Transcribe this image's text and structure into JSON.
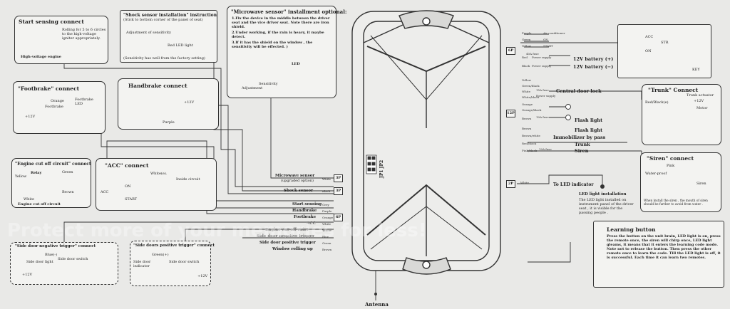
{
  "start_sensing": {
    "title": "Start sensing connect",
    "note": "Rolling for 5 to 6 circles to the high-voltage igniter appropriately.",
    "engine_label": "High-voltage engine"
  },
  "shock_sensor": {
    "title": "\"Shock sensor installation\" instruction",
    "subtitle": "(Stick to bottom corner of the panel of seat)",
    "adjust_label": "Adjustment of sensitivity",
    "led_label": "Red LED light",
    "note": "(Sensitivity has well from the factory setting)"
  },
  "microwave": {
    "title": "\"Microwave sensor\" installment optional:",
    "steps": [
      "1.Fix the device in the middle between the driver seat and the vice driver seat. Note there are iron shield.",
      "2.Under working, if the rain is heavy, it maybe detect.",
      "3.If it has the shield on the window , the sensitivity will be effected. )"
    ],
    "led_label": "LED",
    "sensitivity_label": "Sensitivity",
    "adjust_label": "Adjustment"
  },
  "footbrake": {
    "title": "\"Footbrake\" connect",
    "orange": "Orange",
    "footbrake": "Footbrake",
    "switch": "Footbrake LED",
    "v12": "+12V"
  },
  "handbrake": {
    "title": "Handbrake connect",
    "v12": "+12V",
    "purple": "Purple"
  },
  "engine_cut": {
    "title": "\"Engine cut off circuit\" connect",
    "relay": "Relay",
    "yellow": "Yellow",
    "green": "Green",
    "brown": "Brown",
    "white": "White",
    "footer": "Engine cut off circuit"
  },
  "acc": {
    "title": "\"ACC\" connect",
    "white": "White(e).",
    "inside": "Inside circuit",
    "acc": "ACC",
    "on": "ON",
    "start": "START"
  },
  "side_neg": {
    "title": "\"Side door negative trigger\" connect",
    "blue": "Blue(-)",
    "light": "Side door light",
    "switch": "Side door switch",
    "v12": "+12V"
  },
  "side_pos": {
    "title": "\"Side doors positive trigger\" connect",
    "green": "Green(+)",
    "indicator": "Side door indicator",
    "switch": "Side door switch",
    "v12": "+12V"
  },
  "left_wires": [
    {
      "label": "Microwave sensor",
      "sub": "(upgraded option)",
      "color": "White",
      "pin": "3P"
    },
    {
      "label": "Shock sensor",
      "sub": "",
      "color": "Black",
      "pin": "3P"
    },
    {
      "label": "Start sensing",
      "sub": "",
      "color": "Grey",
      "pin": ""
    },
    {
      "label": "Handbrake",
      "sub": "",
      "color": "Purple",
      "pin": ""
    },
    {
      "label": "Footbrake",
      "sub": "",
      "color": "Orange",
      "pin": ""
    },
    {
      "label": "ACC",
      "sub": "",
      "color": "White",
      "pin": "6P"
    },
    {
      "label": "Engine cut off cuirt",
      "sub": "",
      "color": "Yellow",
      "pin": ""
    },
    {
      "label": "Side door negative trigger",
      "sub": "",
      "color": "Blue",
      "pin": ""
    },
    {
      "label": "Side door positive trigger",
      "sub": "",
      "color": "Green",
      "pin": ""
    },
    {
      "label": "Window rolling up",
      "sub": "",
      "color": "Brown",
      "pin": ""
    }
  ],
  "ecu": {
    "jumpers": "JP1 JP2"
  },
  "antenna": "Antenna",
  "right_top_wires": [
    {
      "color": "Purple",
      "label": "Air conditioner"
    },
    {
      "color": "Green",
      "label": "ON"
    },
    {
      "color": "Yellow",
      "label": "START"
    },
    {
      "color": "Red",
      "label": "Power supply"
    },
    {
      "color": "Black",
      "label": "Power supply"
    }
  ],
  "right_pin_top": "6P",
  "fuse": "40A fuse",
  "battery_pos": "12V battery (+)",
  "battery_neg": "12V battery (−)",
  "right_mid_wires": [
    {
      "color": "Yellow",
      "label": ""
    },
    {
      "color": "Green/black",
      "label": ""
    },
    {
      "color": "White",
      "label": "15A fuse"
    },
    {
      "color": "White/black",
      "label": "Power supply"
    },
    {
      "color": "Orange",
      "label": ""
    },
    {
      "color": "Orange/black",
      "label": ""
    },
    {
      "color": "Brown",
      "label": "10A fuse"
    },
    {
      "color": "Brown",
      "label": ""
    },
    {
      "color": "Brown/white",
      "label": ""
    },
    {
      "color": "Red/black",
      "label": ""
    },
    {
      "color": "Pink/black",
      "label": "10A fuse"
    }
  ],
  "right_pin_mid": "12P",
  "right_pin_bot": "2P",
  "central_lock": "Central door lock",
  "flash1": "Flash light",
  "flash2": "Flash light",
  "immobilizer": "Immobilizer by pass",
  "trunk_out": "Trunk",
  "siren_out": "Siren",
  "led_indicator": "To LED indicator",
  "led_wire_color": "White",
  "led_install": {
    "title": "LED light installation",
    "text": "The LED light installed on instrument panel of the driver seat , it is visible for the passing people ."
  },
  "ignition": {
    "acc": "ACC",
    "on": "ON",
    "str": "STR",
    "key": "KEY"
  },
  "trunk": {
    "title": "\"Trunk\" Connect",
    "actuator": "Trunk actuator",
    "redblack": "Red/Black(e)",
    "v12": "+12V",
    "motor": "Motor"
  },
  "siren": {
    "title": "\"Siren\" connect",
    "pink": "Pink",
    "waterproof": "Water-proof",
    "siren": "Siren",
    "note": "When install the siren , the mouth of siren should be further to avoid from water ."
  },
  "learning": {
    "title": "Learning button",
    "text": "Press the button on the unit brain, LED light is on, press the remote once, the siren will chirp once, LED light gleams, it means that it enters the learning code mode. Note not to release the button. Then press the other remote once to learn the code. Till the LED light is off, it is successful. Each time it can learn two remotes."
  },
  "watermark": "Protect more of your memories for less!"
}
